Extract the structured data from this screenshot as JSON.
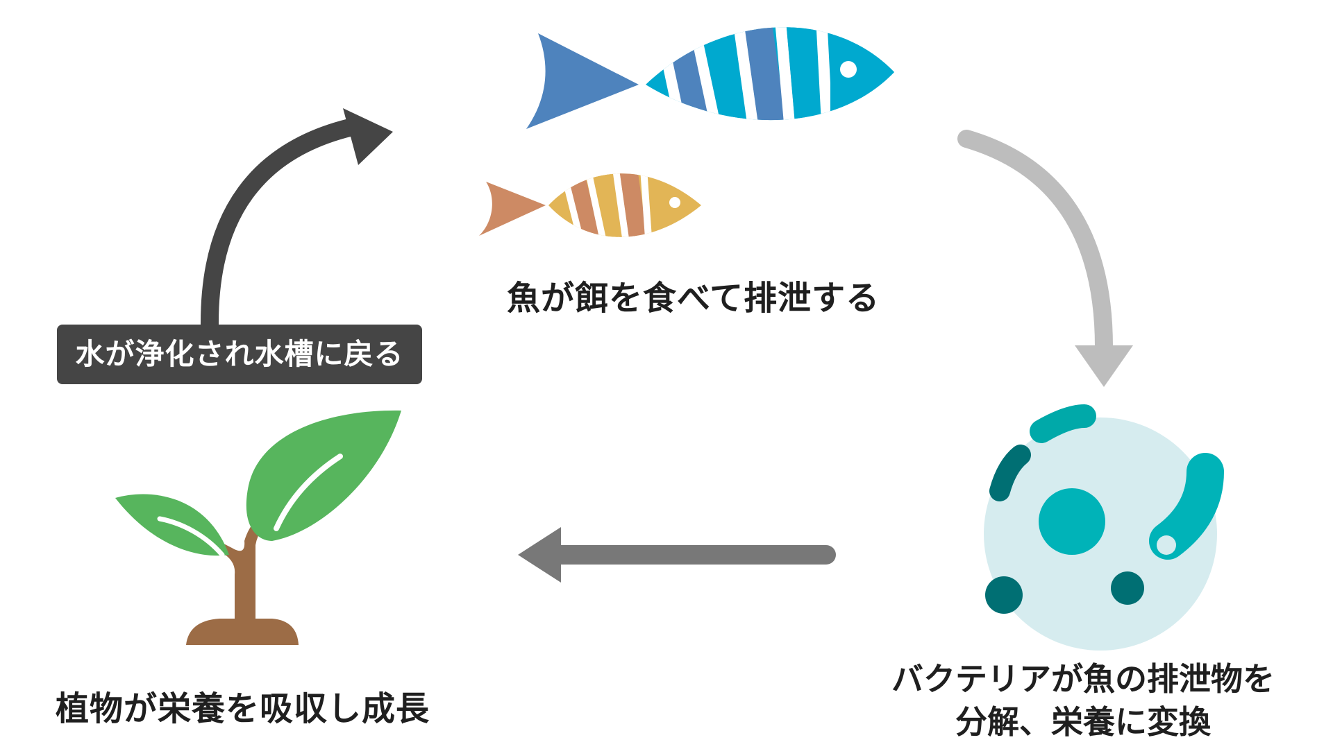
{
  "captions": {
    "fish": "魚が餌を食べて排泄する",
    "bacteria_line1": "バクテリアが魚の排泄物を",
    "bacteria_line2": "分解、栄養に変換",
    "plant": "植物が栄養を吸収し成長",
    "return": "水が浄化され水槽に戻る"
  },
  "colors": {
    "fish_blue_dark": "#4e83bd",
    "fish_blue_light": "#00a9cf",
    "fish_orange": "#cd8a64",
    "fish_yellow": "#e2b556",
    "arrow_light_gray": "#bdbdbd",
    "arrow_mid_gray": "#787878",
    "arrow_dark_gray": "#454545",
    "bacteria_bg": "#d6ecef",
    "bacteria_teal": "#00b3b8",
    "bacteria_dark_teal": "#006f73",
    "leaf_green": "#57b55d",
    "stem_brown": "#9c6c46"
  },
  "icons": [
    "big-fish-icon",
    "small-fish-icon",
    "bacteria-icon",
    "seedling-icon"
  ]
}
